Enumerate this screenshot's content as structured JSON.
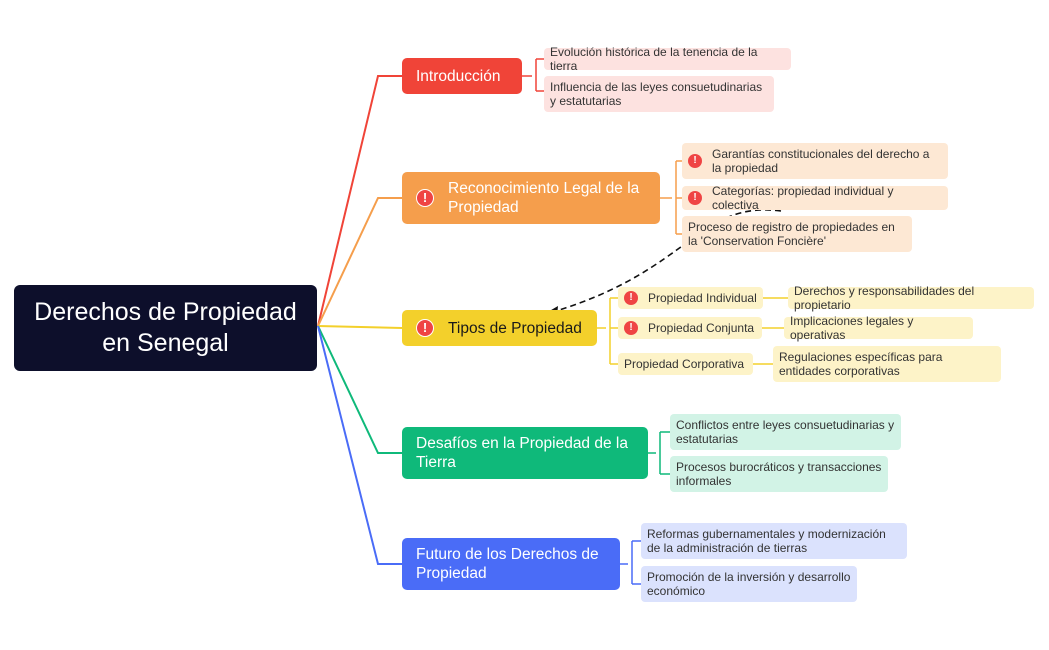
{
  "root": {
    "title": "Derechos de Propiedad en Senegal"
  },
  "colors": {
    "root": "#0d0f2b",
    "introduccion": "#f04438",
    "reconocimiento": "#f59e4c",
    "tipos": "#f3d02b",
    "desafios": "#0fb97a",
    "futuro": "#4a6cf7",
    "alert": "#ef4444"
  },
  "branches": {
    "introduccion": {
      "label": "Introducción",
      "children": [
        "Evolución histórica de la tenencia de la tierra",
        "Influencia de las leyes consuetudinarias y estatutarias"
      ]
    },
    "reconocimiento": {
      "label": "Reconocimiento Legal de la Propiedad",
      "children": [
        "Garantías constitucionales del derecho a la propiedad",
        "Categorías: propiedad individual y colectiva",
        "Proceso de registro de propiedades en la 'Conservation Foncière'"
      ]
    },
    "tipos": {
      "label": "Tipos de Propiedad",
      "children": [
        {
          "label": "Propiedad Individual",
          "detail": "Derechos y responsabilidades del propietario"
        },
        {
          "label": "Propiedad Conjunta",
          "detail": "Implicaciones legales y operativas"
        },
        {
          "label": "Propiedad Corporativa",
          "detail": "Regulaciones específicas para entidades corporativas"
        }
      ]
    },
    "desafios": {
      "label": "Desafíos en la Propiedad de la Tierra",
      "children": [
        "Conflictos entre leyes consuetudinarias y estatutarias",
        "Procesos burocráticos y transacciones informales"
      ]
    },
    "futuro": {
      "label": "Futuro de los Derechos de Propiedad",
      "children": [
        "Reformas gubernamentales y modernización de la administración de tierras",
        "Promoción de la inversión y desarrollo económico"
      ]
    }
  }
}
